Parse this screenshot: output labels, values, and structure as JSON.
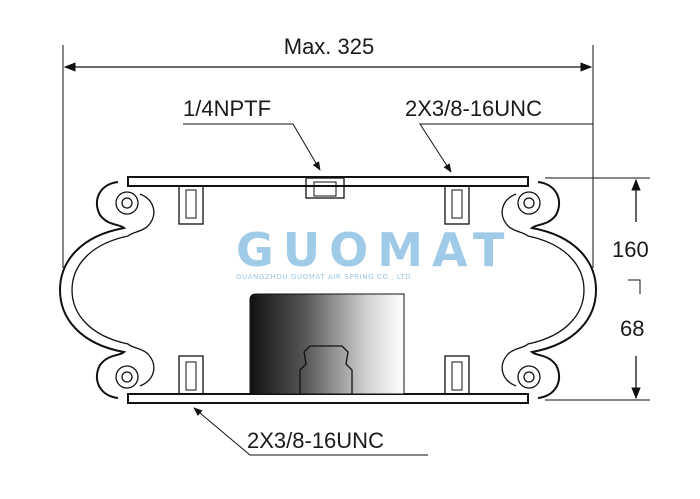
{
  "drawing": {
    "max_width_label": "Max. 325",
    "top_port_label": "1/4NPTF",
    "top_bolts_label": "2X3/8-16UNC",
    "bottom_bolts_label": "2X3/8-16UNC",
    "height_max": "160",
    "height_min": "68"
  },
  "logo": {
    "name": "GUOMAT",
    "tagline": "GUANGZHOU GUOMAT AIR SPRING CO., LTD"
  },
  "colors": {
    "line": "#111111",
    "logo": "#8fc3e6"
  }
}
